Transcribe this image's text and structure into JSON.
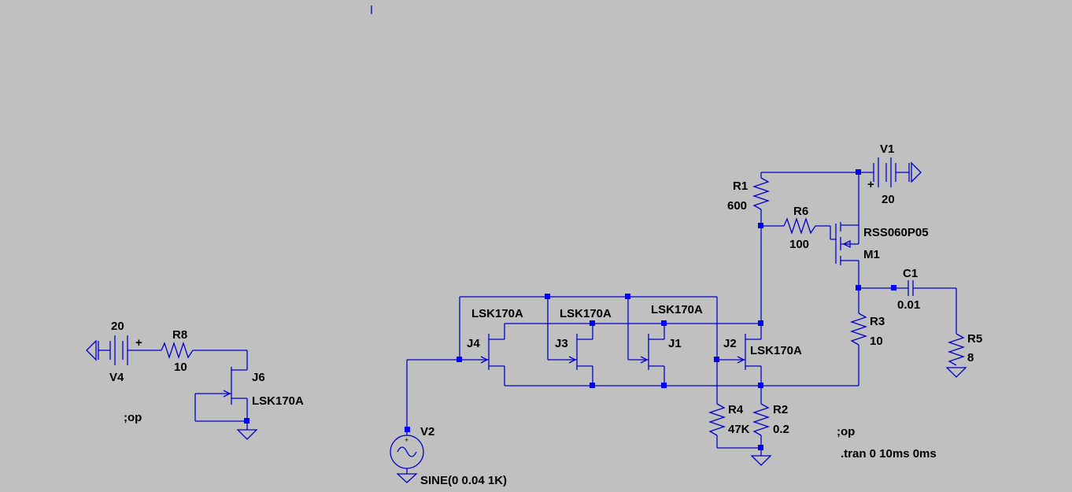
{
  "window": {
    "cursor_mark": "|"
  },
  "components": {
    "V1": {
      "name": "V1",
      "value": "20",
      "plus": "+"
    },
    "V4": {
      "name": "V4",
      "value": "20",
      "plus": "+"
    },
    "V2": {
      "name": "V2",
      "value": "SINE(0 0.04 1K)"
    },
    "R1": {
      "name": "R1",
      "value": "600"
    },
    "R6": {
      "name": "R6",
      "value": "100"
    },
    "R3": {
      "name": "R3",
      "value": "10"
    },
    "R5": {
      "name": "R5",
      "value": "8"
    },
    "R4": {
      "name": "R4",
      "value": "47K"
    },
    "R2": {
      "name": "R2",
      "value": "0.2"
    },
    "R8": {
      "name": "R8",
      "value": "10"
    },
    "C1": {
      "name": "C1",
      "value": "0.01"
    },
    "M1": {
      "name": "M1",
      "model": "RSS060P05"
    },
    "J1": {
      "name": "J1",
      "model": "LSK170A"
    },
    "J2": {
      "name": "J2",
      "model": "LSK170A"
    },
    "J3": {
      "name": "J3",
      "model": "LSK170A"
    },
    "J4": {
      "name": "J4",
      "model": "LSK170A"
    },
    "J6": {
      "name": "J6",
      "model": "LSK170A"
    }
  },
  "directives": {
    "op_left": ";op",
    "op_right": ";op",
    "tran": ".tran 0 10ms 0ms"
  },
  "colors": {
    "background": "#c0c0c0",
    "wire": "#0000c8",
    "junction": "#0000ff",
    "text": "#000000"
  }
}
